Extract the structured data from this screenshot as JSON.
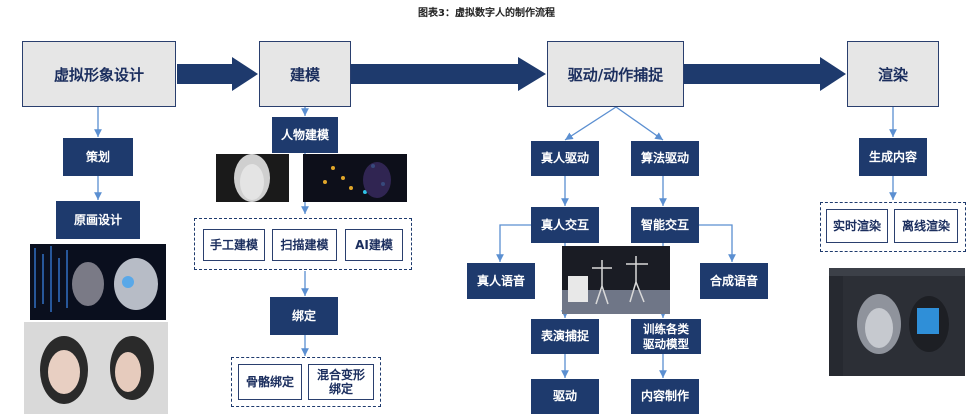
{
  "title": "图表3：虚拟数字人的制作流程",
  "colors": {
    "dark_box": "#1e3a6d",
    "main_box_bg": "#e6e6e6",
    "arrow": "#1e3a6d",
    "connector": "#5b8fd1"
  },
  "stages": [
    "虚拟形象设计",
    "建模",
    "驱动/动作捕捉",
    "渲染"
  ],
  "design": {
    "steps": [
      "策划",
      "原画设计"
    ]
  },
  "modeling": {
    "person_modeling": "人物建模",
    "methods": [
      "手工建模",
      "扫描建模",
      "AI建模"
    ],
    "binding": "绑定",
    "binding_methods": [
      "骨骼绑定",
      "混合变形\n绑定"
    ]
  },
  "driving": {
    "real_drive": "真人驱动",
    "algo_drive": "算法驱动",
    "real_interact": "真人交互",
    "smart_interact": "智能交互",
    "real_voice": "真人语音",
    "synth_voice": "合成语音",
    "performance_capture": "表演捕捉",
    "train_models": "训练各类\n驱动模型",
    "drive": "驱动",
    "content_creation": "内容制作"
  },
  "rendering": {
    "generate_content": "生成内容",
    "methods": [
      "实时渲染",
      "离线渲染"
    ]
  }
}
